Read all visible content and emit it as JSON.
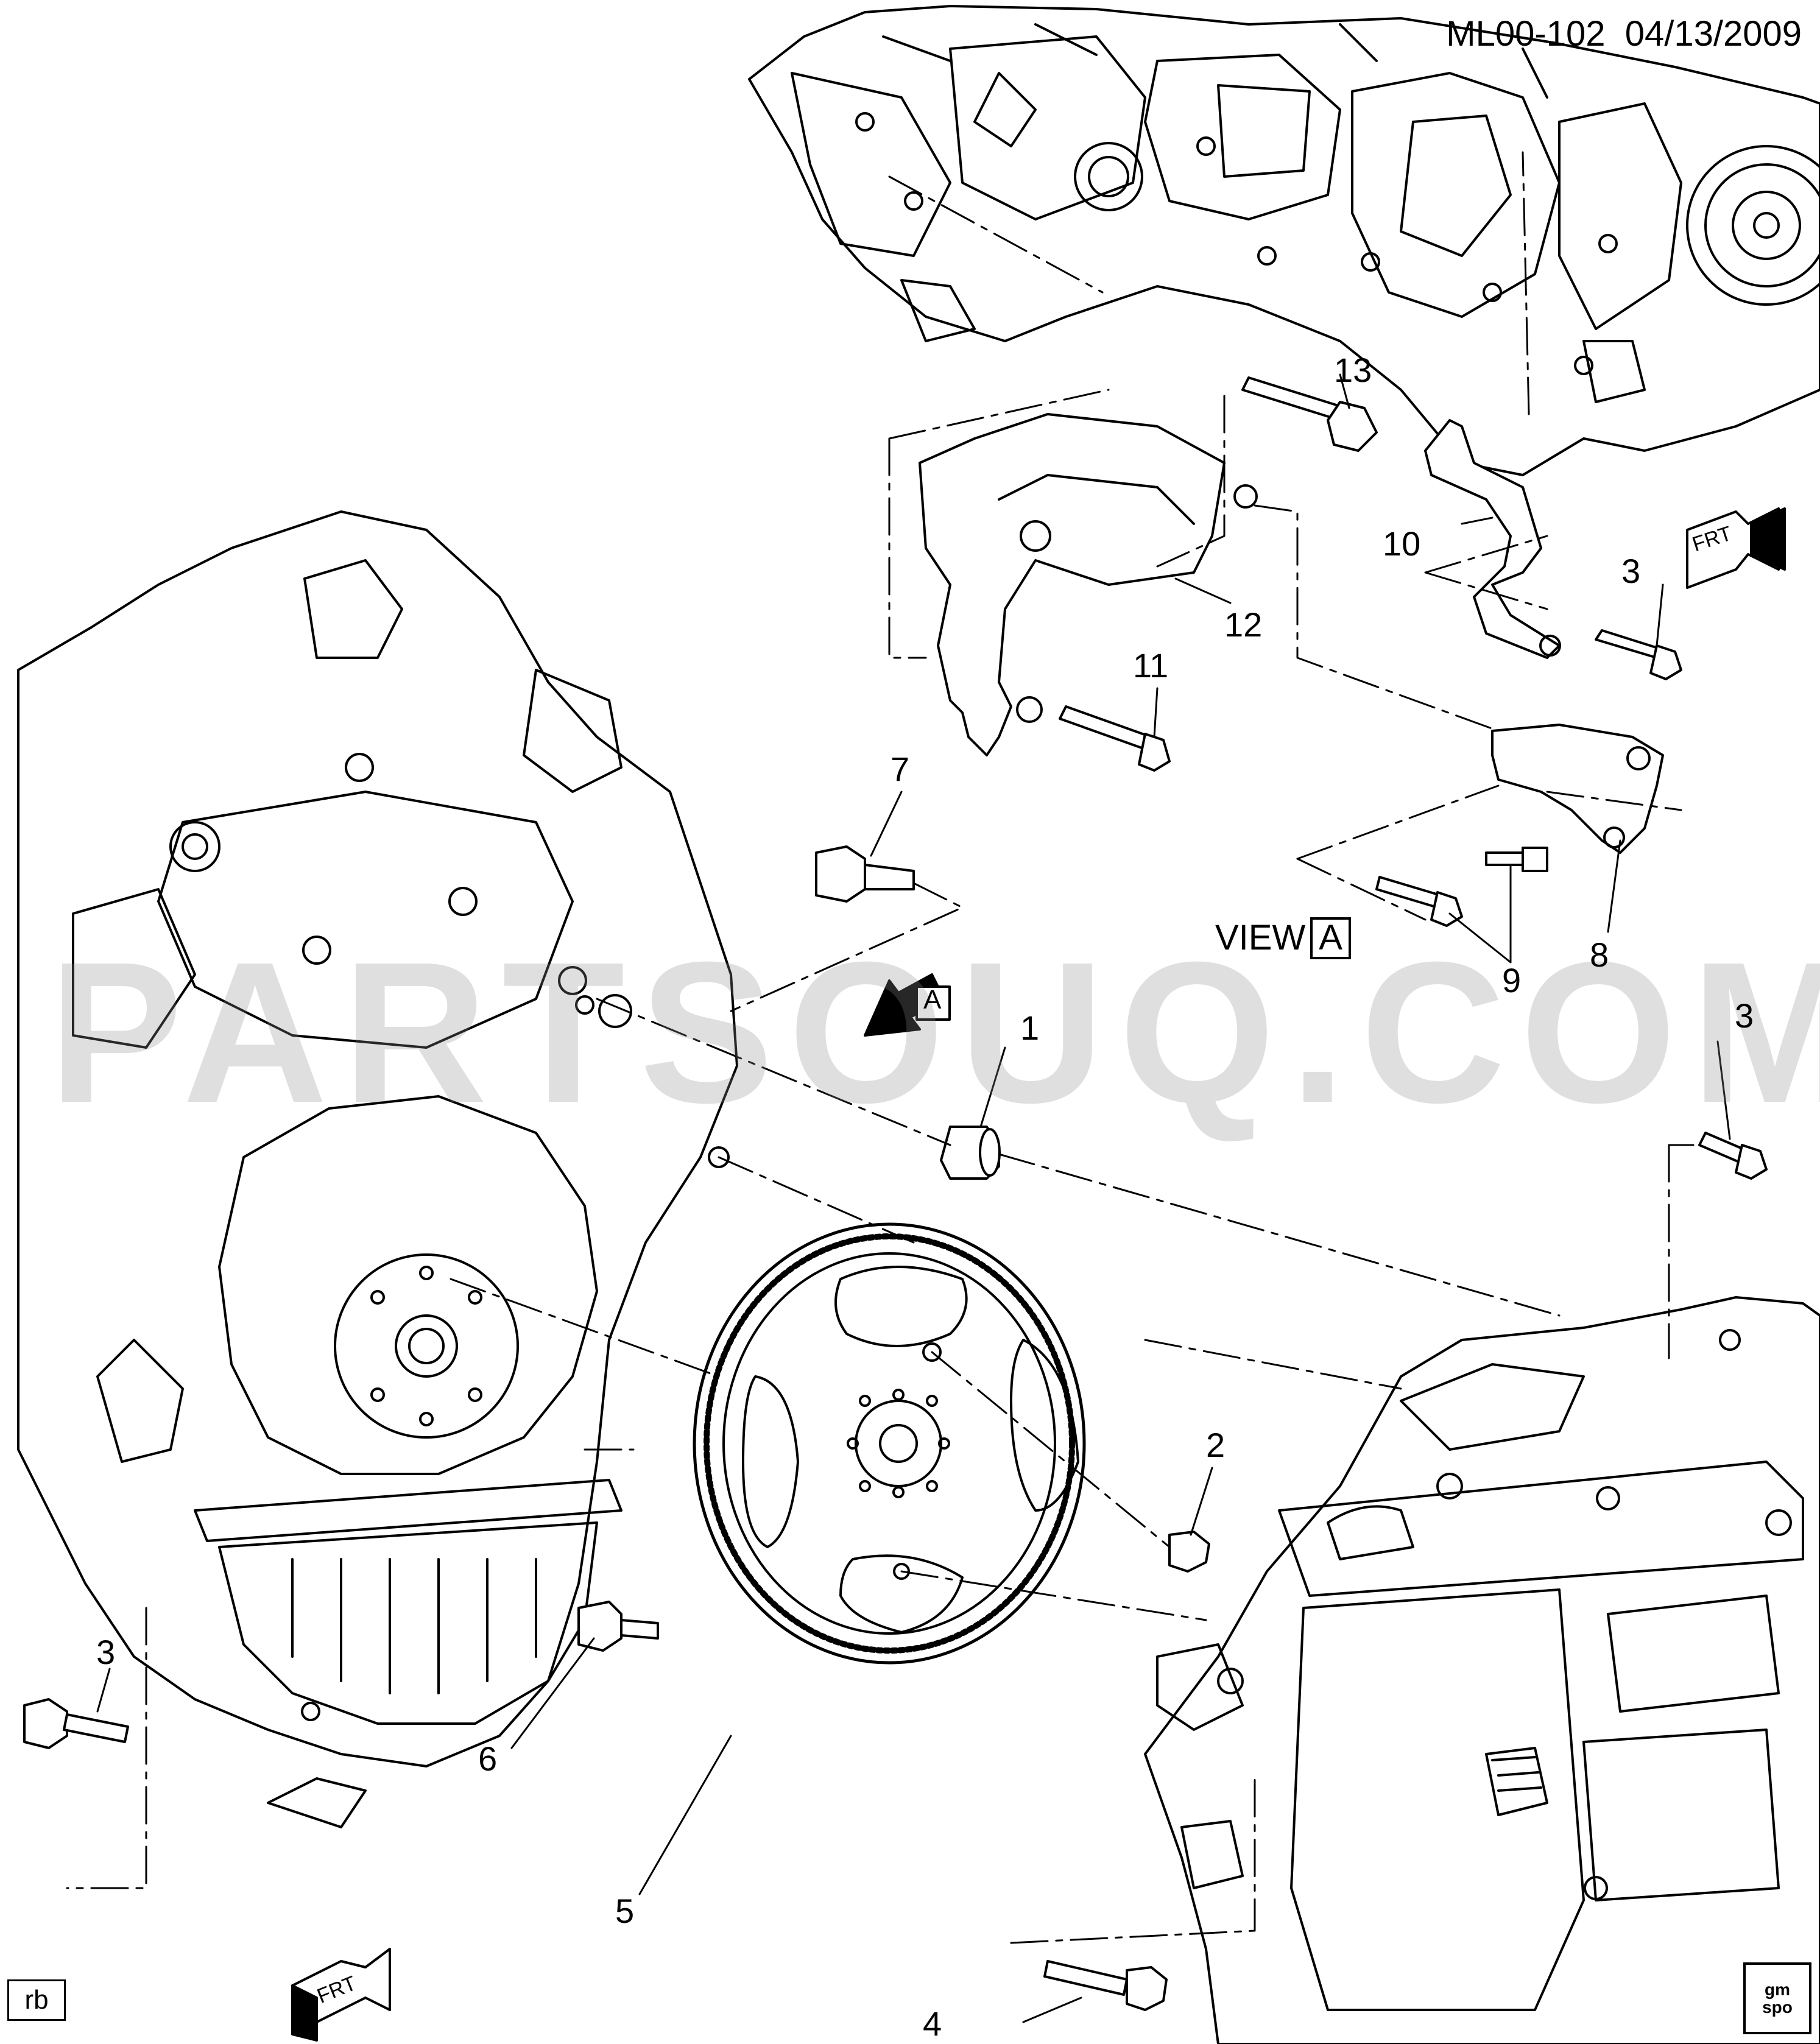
{
  "header": {
    "diagram_code": "ML00-102",
    "date": "04/13/2009"
  },
  "watermark": "PARTSOUQ.COM",
  "view": {
    "label": "VIEW",
    "letter": "A"
  },
  "front_arrow_label": "FRT",
  "arrow_letter": "A",
  "corner_tag": "rb",
  "logo": {
    "line1": "gm",
    "line2": "spo"
  },
  "callouts": {
    "c1": "1",
    "c2": "2",
    "c3a": "3",
    "c3b": "3",
    "c3c": "3",
    "c4": "4",
    "c5": "5",
    "c6": "6",
    "c7": "7",
    "c8": "8",
    "c9": "9",
    "c10": "10",
    "c11": "11",
    "c12": "12",
    "c13": "13"
  }
}
